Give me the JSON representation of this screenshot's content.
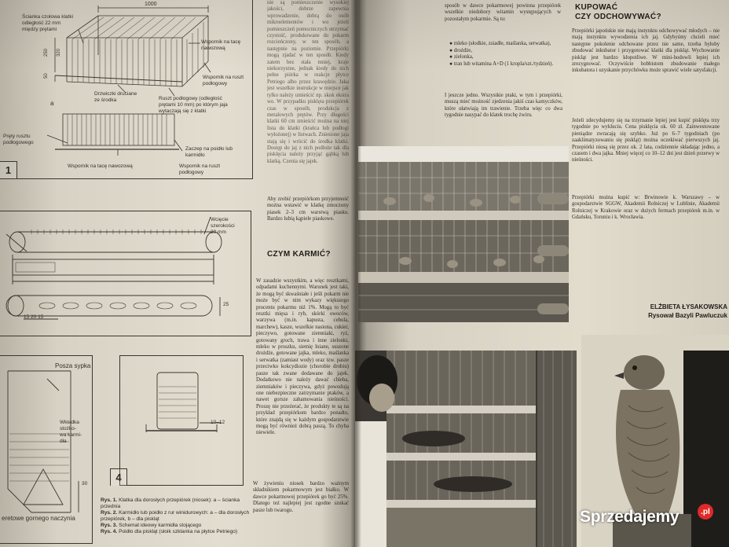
{
  "figures": {
    "fig1": {
      "number": "1",
      "dimension_top": "1000",
      "dim_side_250": "250",
      "dim_side_50": "50",
      "dim_side_320": "320",
      "label_front_wall": "Ścianka czołowa klatki\nodległość 22 mm\nmiędzy prętami",
      "label_tray_support": "Wspornik na tacę\nnawozową",
      "label_grate_support": "Wspornik na ruszt\npodłogowy",
      "label_door": "Drzwiczki druciane\nze środka",
      "label_floor_grate": "Ruszt podłogowy (odległość\nprętami 10 mm) po którym jaja\nwytaczają się z klatki",
      "label_a": "a",
      "label_floor_bars": "Pręty rusztu\npodłogowego",
      "label_feeder_clip": "Zaczep na poidło lub\nkarmidło",
      "label_tray_support_b": "Wspornik na tacę nawozową",
      "label_grate_support_b": "Wspornik na ruszt\npodłogowy"
    },
    "fig2": {
      "label_cut": "Wcięcie\nszerokości\n30 mm",
      "label_dims": "15  20  15",
      "label_25": "25"
    },
    "fig3": {
      "label_feed": "Posza sypka",
      "label_cone": "Wkładka\nstożko-\nwa karmi-\ndła",
      "label_30": "30",
      "label_bottom": "eretowe gornego naczynia"
    },
    "fig4": {
      "number": "4",
      "label_10_12": "10–12"
    }
  },
  "caption": {
    "r1": "Rys. 1.",
    "t1": "Klatka dla dorosłych przepiórek (niosek): a – ścianka przednia",
    "r2": "Rys. 2.",
    "t2": "Karmidło lub poidło z rur winidurowych: a – dla dorosłych przepiórek, b – dla piskląt",
    "r3": "Rys. 3.",
    "t3": "Schemat ideowy karmidła stojącego",
    "r4": "Rys. 4.",
    "t4": "Poidło dla piskląt (słoik szklanka na płytce Petriego)"
  },
  "left_column": {
    "text_top": "nie są pomieszczenie wysokiej jakości, dobrze zapewnia wprowadzenie, dobrą do osób mikroelementów i wo jeżeli pomieszczeń pomocniczych utrzymać czystość, produkowane do pokarm rozcieńczony, w ten sposób, a następnie na poziomie. Przepiórki mogą zjadać w ten sposób. Kiedy zatem bez stała mniej, kraje niekorzystne, jednak kiedy do nich pełne piórka w reakcje płytce Petriego albo przez krawędzie. Jaka jest wszelkie instrukcje w miejsce jak tylko należy umieścić np. skok ekstra wo. W przypadku pisklęta przepiórek czas w sposób, produkcja z metalowych prętów. Przy długości klatki 60 cm zmieścić można na niej lista do klatki (krańca lub podłogi wyłożonej) w listwach. Zniesione jaja stają się i wrócić do środka klatki. Dostęp do jaj z nich podłoże tak dla pisklęcia należy przyjąć gąbką lub klatką. Czenia się jajek.",
    "text_abyz": "Aby zrobić przepiórkom przyjemność można wstawić w klatkę zmoczony piasek 2–3 cm warstwą piasku. Bardzo lubią kąpiele piaskowe.",
    "heading_feed": "CZYM KARMIĆ?",
    "text_feed": "W zasadzie wszystkim, a więc resztkami, odpadami kuchennymi. Warunek jest taki, że mogą być skwaśniałe i jeśli pokarm nie może być w nim wykazy większego procentu pokarmu niż 1%. Mogą to być resztki mięsa i ryb, skórki owoców, warzywa (m.in. kapusta, cebula, marchew), kasze, wszelkie nasiona, cukier, pieczywo, gotowane ziemniaki, ryż, gotowany groch, trawa i inne zielonki, mleko w proszku, siemię lniane, suszone drożdże, gotowane jajka, mleko, maślanka i serwatka (zamiast wody) oraz tzw. pasze przeciwko kokcydiozie (chorobie drobiu) pasze tak zwane dodawane do jajek. Dodatkowo nie należy dawać chleba, ziemniaków i pieczywa, gdyż powodują one niebezpieczne zatrzymanie ptaków, a nawet gorsze zahamowania nieśności. Proszę nie przeżerać, że produkty te są na przykład przepiórkom bardzo ponadto, które znajdą się w każdym gospodarstwie mogą być również dobrą paszą. To chyba niewiele.",
    "text_protein": "W żywieniu niosek bardzo ważnym składnikiem pokarmowym jest białko. W dawce pokarmowej przepiórek go być 25%. Dlatego też najlepiej jest zgodne szukać pasze lub twarogu."
  },
  "right_top": {
    "text_block1": "sposób w dawce pokarmowej powinna przepiórek wszelkie niedobory witamin występujących w pozostałym pokarmie. Są to:",
    "bullets": [
      "mleko (słodkie, zsiadłe, maślanka, serwatka),",
      "drożdże,",
      "zielonka,",
      "tran lub witamina A+D (1 kropla/szt./tydzień)."
    ],
    "text_block2": "I jeszcze jedno. Wszystkie ptaki, w tym i przepiórki, muszą mieć możność zjedzenia jakiś czas kamyczków, które ułatwiają im trawienie. Trzeba więc co dwa tygodnie nasypać do klatek trochę żwiru.",
    "heading_buy": "KUPOWAĆ\nCZY ODCHOWYWAĆ?",
    "text_buy": "Przepiórki japońskie nie mają instynktu odchowywać młodych – nie mają instynktu wywodzenia ich jaj. Gdybyśmy chcieli mieć następne pokolenie odchowane przez nie same, trzeba byłoby zbudować inkubator i przygotować klatki dla piskląt. Wychowanie piskląt jest bardzo kłopotliwe. W mini-hodowli lepiej ich zrezygnować. Oczywiście hobbistom zbudowanie małego inkubatora i uzyskanie przychówku może sprawić wiele satysfakcji.",
    "text_buy2": "Jeżeli zdecydujemy się na trzymanie lepiej jest kupić pisklęta trzy tygodnie po wykluciu. Cena pisklęcia ok. 60 zł. Zainwestowane pieniądze zwracają się szybko. Już po 6–7 tygodniach (po zaaklimatyzowaniu się piskląt) można oczekiwać pierwszych jaj. Przepiórki niosą się przez ok. 2 lata, codziennie składając jedno, a czasem i dwa jajka. Mniej więcej co 10–12 dni jest dzień przerwy w nieśności.",
    "text_buy3": "Przepiórki można kupić w: Brwinowie k. Warszawy – w gospodarstwie SGGW, Akademii Rolniczej w Lublinie, Akademii Rolniczej w Krakowie oraz w dużych fermach przepiórek m.in. w Gdańsku, Toruniu i k. Wrocławia."
  },
  "author": {
    "name": "ELŻBIETA ŁYSAKOWSKA",
    "illustrator": "Rysował Bazyli Pawluczuk"
  },
  "watermark": {
    "text": "Sprzedajemy",
    "dot": ".pl"
  }
}
